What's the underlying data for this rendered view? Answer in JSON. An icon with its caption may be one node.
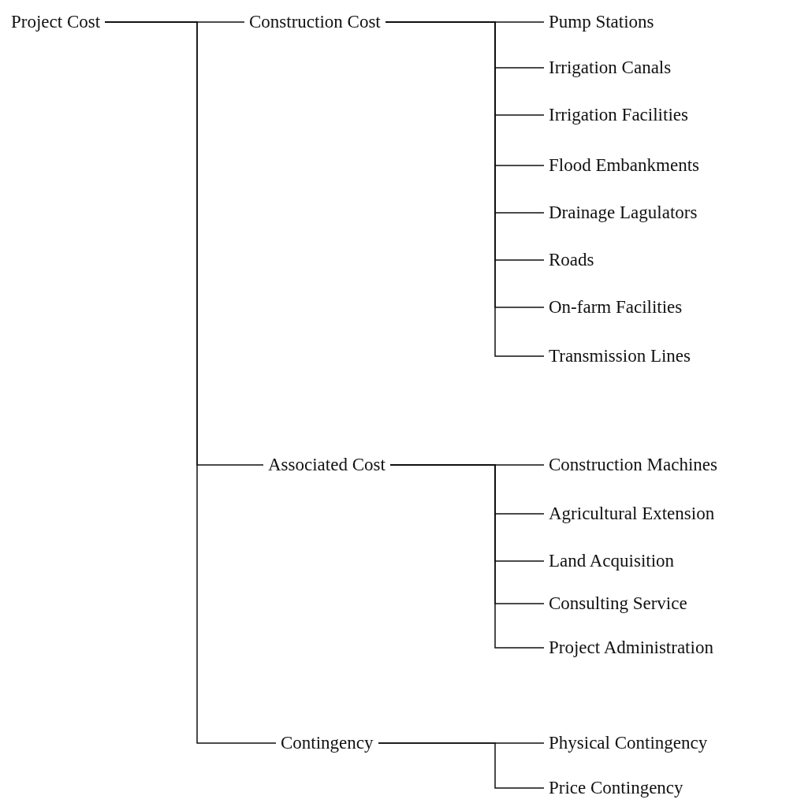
{
  "diagram": {
    "nodes": [
      {
        "text": [
          "Project Cost"
        ]
      },
      {
        "text": [
          "Construction Cost"
        ]
      },
      {
        "text": [
          "Pump Stations"
        ]
      },
      {
        "text": [
          "Irrigation Canals"
        ]
      },
      {
        "text": [
          "Irrigation Facilities"
        ]
      },
      {
        "text": [
          "Flood Embankments"
        ]
      },
      {
        "text": [
          "Drainage Lagulators"
        ]
      },
      {
        "text": [
          "Roads"
        ]
      },
      {
        "text": [
          "On-farm Facilities"
        ]
      },
      {
        "text": [
          "Transmission Lines"
        ]
      },
      {
        "text": [
          "Associated Cost"
        ]
      },
      {
        "text": [
          "Construction Machines"
        ]
      },
      {
        "text": [
          "Agricultural Extension"
        ]
      },
      {
        "text": [
          "Land Acquisition"
        ]
      },
      {
        "text": [
          "Consulting Service"
        ]
      },
      {
        "text": [
          "Project Administration"
        ]
      },
      {
        "text": [
          "Contingency"
        ]
      },
      {
        "text": [
          "Physical Contingency"
        ]
      },
      {
        "text": [
          "Price Contingency"
        ]
      }
    ],
    "edges": [
      {
        "from": 0,
        "to": 1,
        "arrow": "none"
      },
      {
        "from": 0,
        "to": 10,
        "arrow": "none"
      },
      {
        "from": 0,
        "to": 16,
        "arrow": "none"
      },
      {
        "from": 1,
        "to": 2,
        "arrow": "none"
      },
      {
        "from": 1,
        "to": 3,
        "arrow": "none"
      },
      {
        "from": 1,
        "to": 4,
        "arrow": "none"
      },
      {
        "from": 1,
        "to": 5,
        "arrow": "none"
      },
      {
        "from": 1,
        "to": 6,
        "arrow": "none"
      },
      {
        "from": 1,
        "to": 7,
        "arrow": "none"
      },
      {
        "from": 1,
        "to": 8,
        "arrow": "none"
      },
      {
        "from": 1,
        "to": 9,
        "arrow": "none"
      },
      {
        "from": 10,
        "to": 11,
        "arrow": "none"
      },
      {
        "from": 10,
        "to": 12,
        "arrow": "none"
      },
      {
        "from": 10,
        "to": 13,
        "arrow": "none"
      },
      {
        "from": 10,
        "to": 14,
        "arrow": "none"
      },
      {
        "from": 10,
        "to": 15,
        "arrow": "none"
      },
      {
        "from": 16,
        "to": 17,
        "arrow": "none"
      },
      {
        "from": 16,
        "to": 18,
        "arrow": "none"
      }
    ]
  }
}
